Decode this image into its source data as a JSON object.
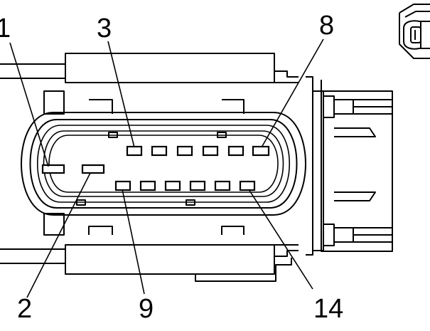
{
  "callouts": {
    "pin1": "1",
    "pin2": "2",
    "pin3": "3",
    "pin8": "8",
    "pin9": "9",
    "pin14": "14"
  },
  "pins": {
    "upper_row_count": 6,
    "lower_row_count": 6,
    "side_pins": 2
  }
}
